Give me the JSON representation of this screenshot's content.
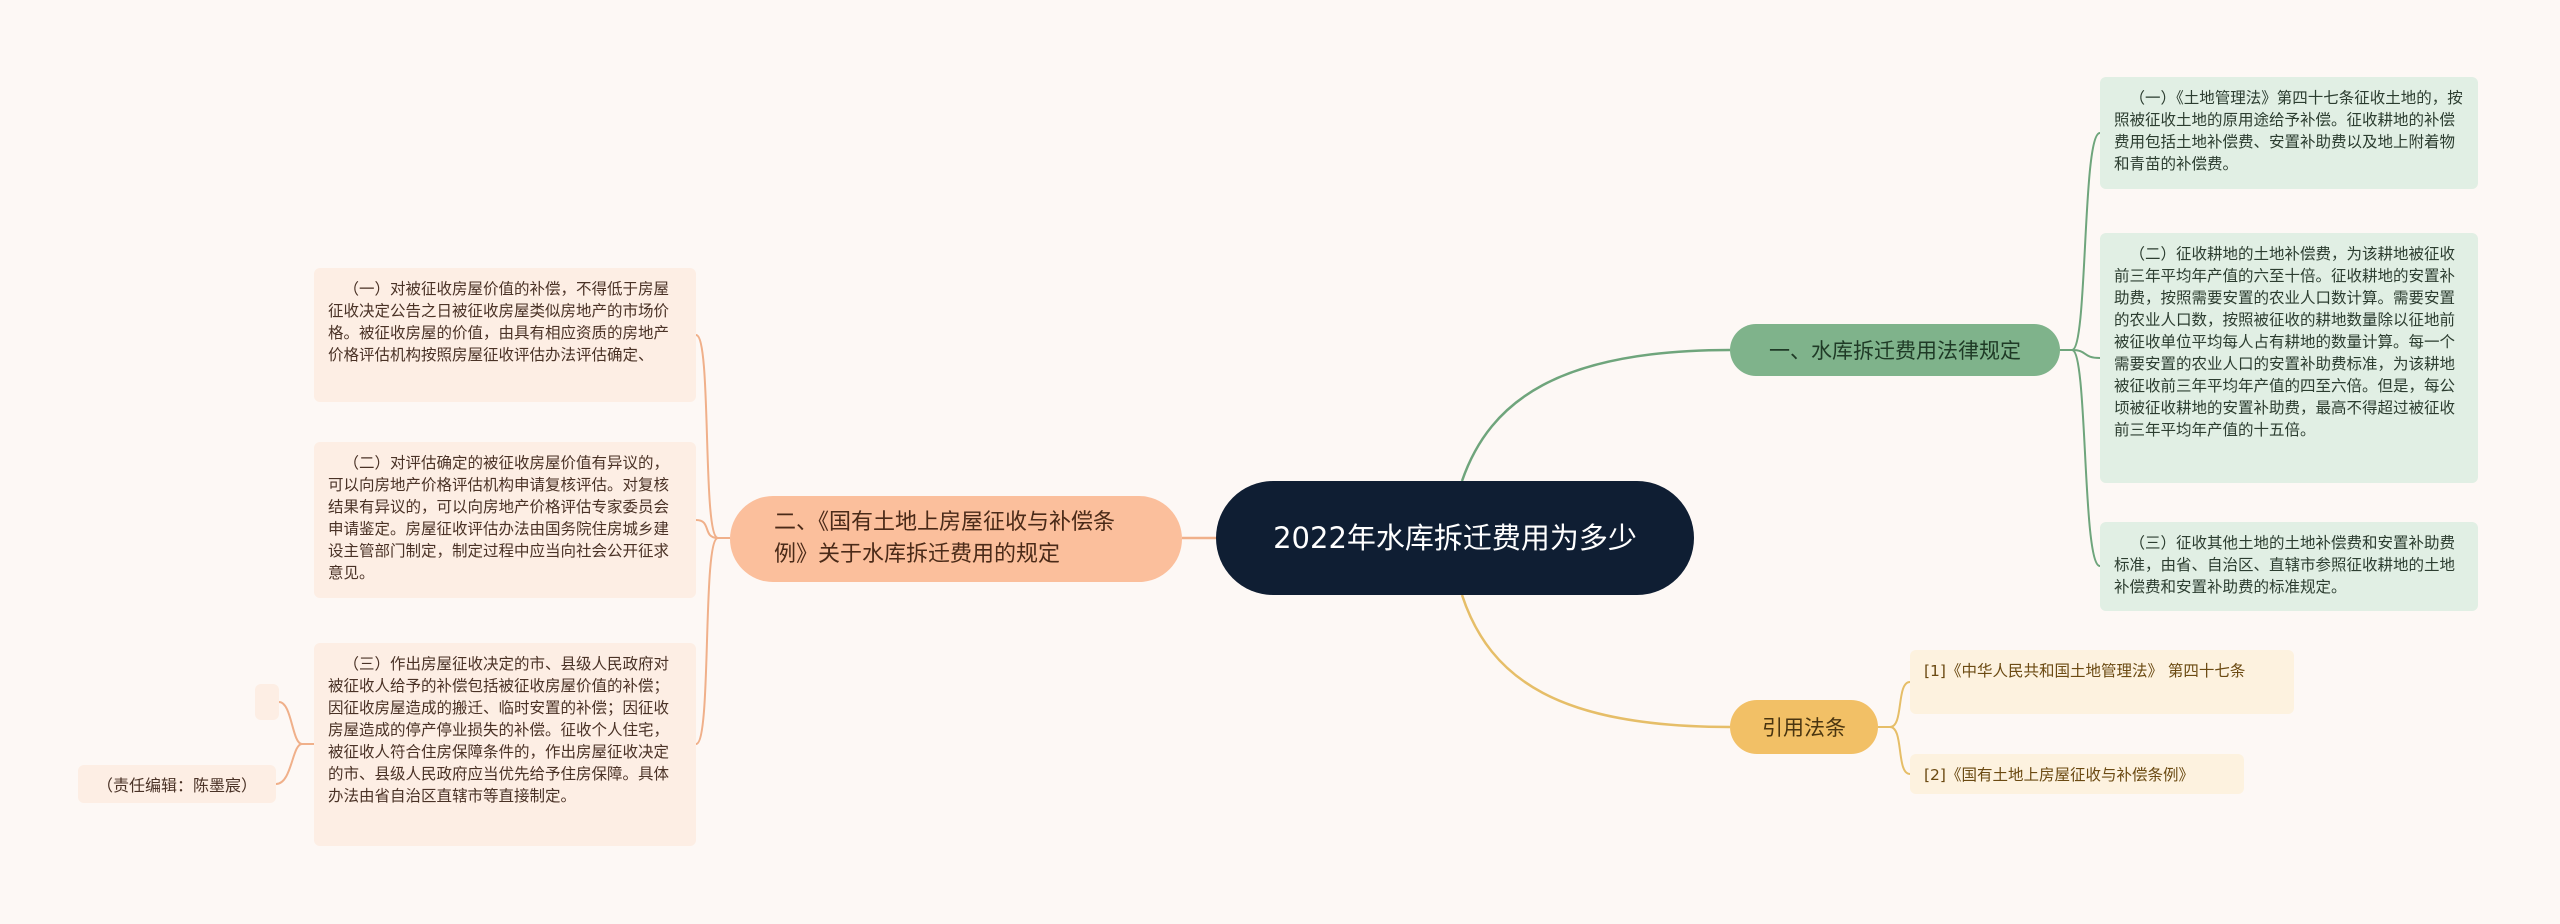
{
  "root": {
    "title": "2022年水库拆迁费用为多少"
  },
  "branches": {
    "law": {
      "label": "一、水库拆迁费用法律规定",
      "color": "#6fa57c",
      "items": [
        "（一）《土地管理法》第四十七条征收土地的，按照被征收土地的原用途给予补偿。征收耕地的补偿费用包括土地补偿费、安置补助费以及地上附着物和青苗的补偿费。",
        "（二）征收耕地的土地补偿费，为该耕地被征收前三年平均年产值的六至十倍。征收耕地的安置补助费，按照需要安置的农业人口数计算。需要安置的农业人口数，按照被征收的耕地数量除以征地前被征收单位平均每人占有耕地的数量计算。每一个需要安置的农业人口的安置补助费标准，为该耕地被征收前三年平均年产值的四至六倍。但是，每公顷被征收耕地的安置补助费，最高不得超过被征收前三年平均年产值的十五倍。",
        "（三）征收其他土地的土地补偿费和安置补助费标准，由省、自治区、直辖市参照征收耕地的土地补偿费和安置补助费的标准规定。"
      ]
    },
    "regulation": {
      "label": "二、《国有土地上房屋征收与补偿条例》关于水库拆迁费用的规定",
      "color": "#f0b08a",
      "items": [
        "（一）对被征收房屋价值的补偿，不得低于房屋征收决定公告之日被征收房屋类似房地产的市场价格。被征收房屋的价值，由具有相应资质的房地产价格评估机构按照房屋征收评估办法评估确定、",
        "（二）对评估确定的被征收房屋价值有异议的，可以向房地产价格评估机构申请复核评估。对复核结果有异议的，可以向房地产价格评估专家委员会申请鉴定。房屋征收评估办法由国务院住房城乡建设主管部门制定，制定过程中应当向社会公开征求意见。",
        "（三）作出房屋征收决定的市、县级人民政府对被征收人给予的补偿包括被征收房屋价值的补偿；因征收房屋造成的搬迁、临时安置的补偿；因征收房屋造成的停产停业损失的补偿。征收个人住宅，被征收人符合住房保障条件的，作出房屋征收决定的市、县级人民政府应当优先给予住房保障。具体办法由省自治区直辖市等直接制定。"
      ],
      "editor_note": "（责任编辑：陈墨宸）"
    },
    "citations": {
      "label": "引用法条",
      "color": "#e6be68",
      "items": [
        "[1]《中华人民共和国土地管理法》 第四十七条",
        "[2]《国有土地上房屋征收与补偿条例》"
      ]
    }
  }
}
